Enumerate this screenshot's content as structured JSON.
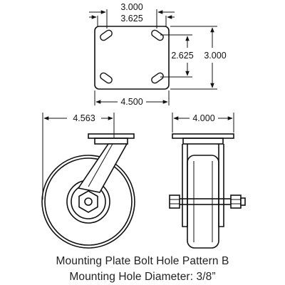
{
  "top_view": {
    "dim_outer_hole_spacing": "3.000",
    "dim_plate_width_inner": "3.625",
    "dim_plate_width": "4.500",
    "dim_hole_spacing_vertical": "2.625",
    "dim_plate_height": "3.000"
  },
  "front_view": {
    "dim_overall_width": "4.563"
  },
  "side_view": {
    "dim_overall_width": "4.000"
  },
  "captions": {
    "line1": "Mounting Plate Bolt Hole Pattern B",
    "line2": "Mounting Hole Diameter: 3/8”"
  }
}
